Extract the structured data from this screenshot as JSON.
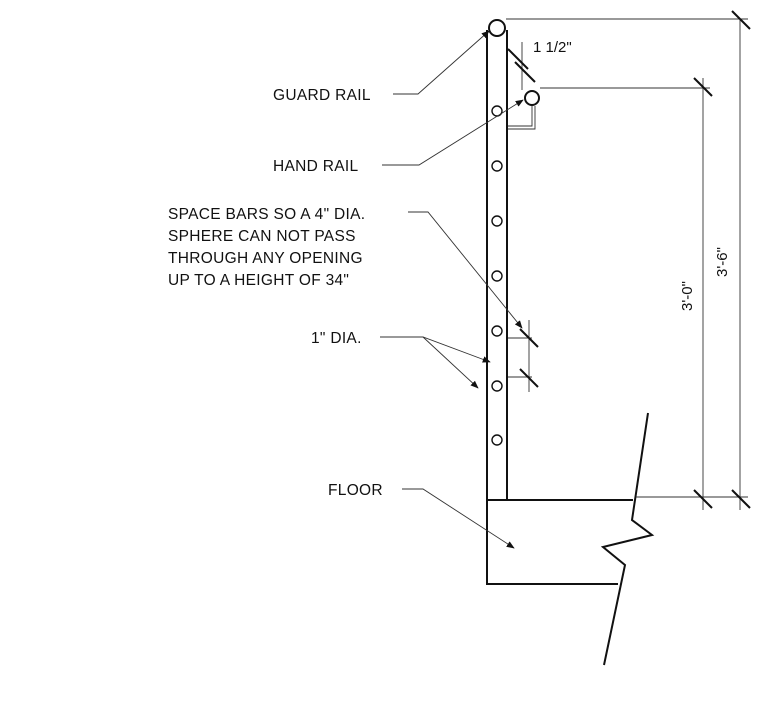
{
  "labels": {
    "guard_rail": "GUARD RAIL",
    "hand_rail": "HAND RAIL",
    "spacing_note": [
      "SPACE BARS SO A 4\" DIA.",
      "SPHERE CAN NOT PASS",
      "THROUGH ANY OPENING",
      "UP TO A HEIGHT OF 34\""
    ],
    "bar_dia": "1\" DIA.",
    "floor": "FLOOR"
  },
  "dimensions": {
    "handrail_offset": "1 1/2\"",
    "handrail_height": "3'-0\"",
    "guardrail_height": "3'-6\""
  }
}
